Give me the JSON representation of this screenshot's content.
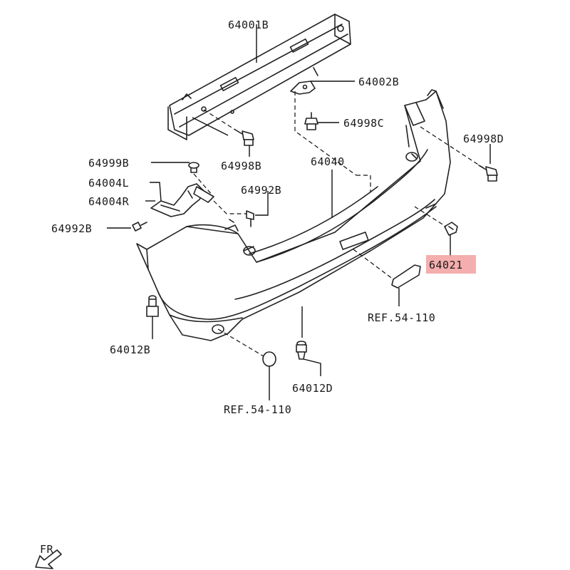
{
  "labels": {
    "p64001B": "64001B",
    "p64002B": "64002B",
    "p64998C": "64998C",
    "p64998D": "64998D",
    "p64998B": "64998B",
    "p64999B": "64999B",
    "p64040": "64040",
    "p64004L": "64004L",
    "p64004R": "64004R",
    "p64992B_top": "64992B",
    "p64992B_left": "64992B",
    "p64021": "64021",
    "ref_right": "REF.54-110",
    "ref_bottom": "REF.54-110",
    "p64012B": "64012B",
    "p64012D": "64012D",
    "front": "FR"
  },
  "highlight_color": "#f2a0a0"
}
